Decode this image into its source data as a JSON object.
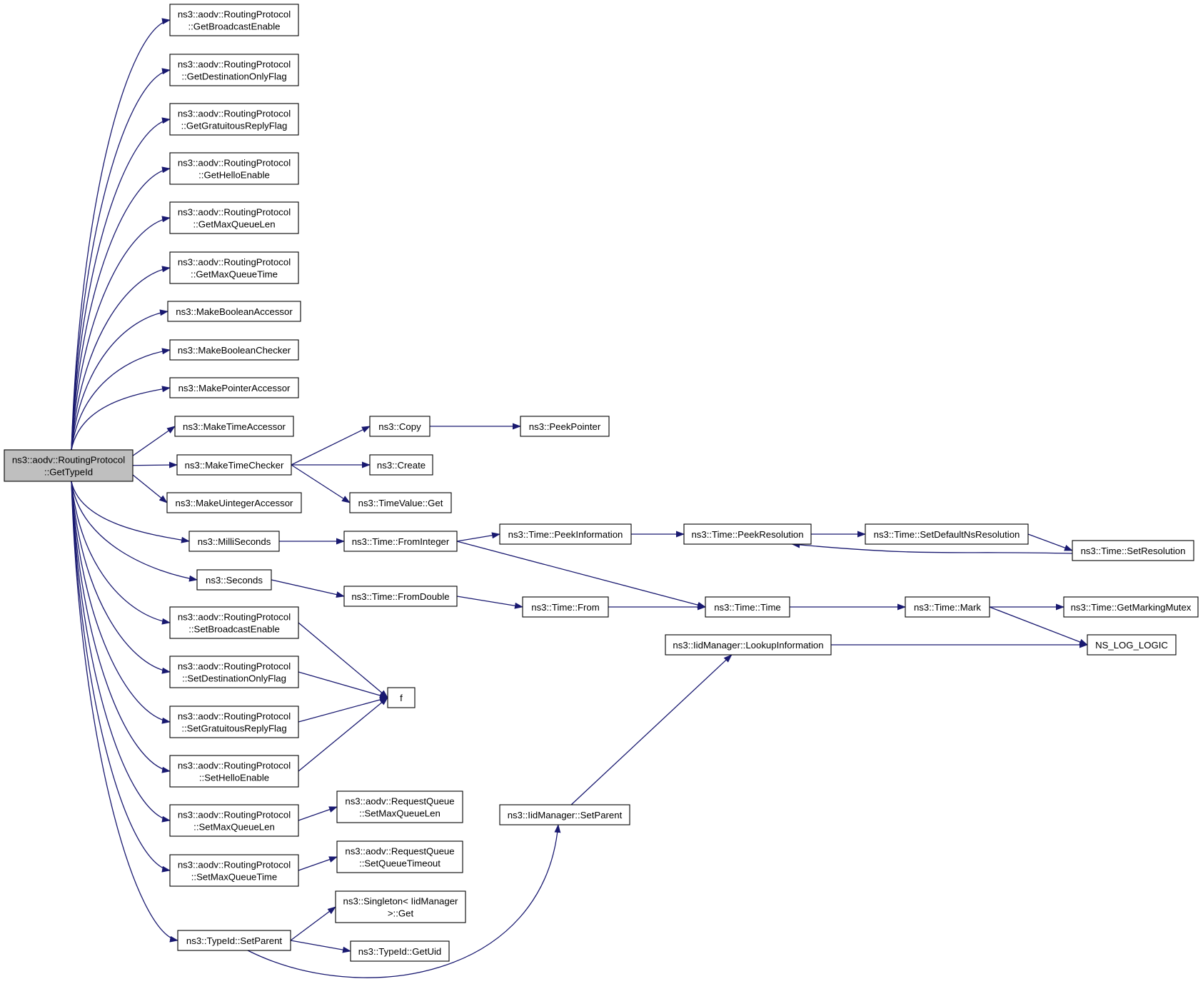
{
  "diagram": {
    "type": "call-graph",
    "edge_color": "#191970",
    "root_fill": "#bfbfbf",
    "nodes": [
      {
        "id": "root",
        "lines": [
          "ns3::aodv::RoutingProtocol",
          "::GetTypeId"
        ],
        "root": true
      },
      {
        "id": "getBroadcastEnable",
        "lines": [
          "ns3::aodv::RoutingProtocol",
          "::GetBroadcastEnable"
        ]
      },
      {
        "id": "getDestinationOnlyFlag",
        "lines": [
          "ns3::aodv::RoutingProtocol",
          "::GetDestinationOnlyFlag"
        ]
      },
      {
        "id": "getGratuitousReplyFlag",
        "lines": [
          "ns3::aodv::RoutingProtocol",
          "::GetGratuitousReplyFlag"
        ]
      },
      {
        "id": "getHelloEnable",
        "lines": [
          "ns3::aodv::RoutingProtocol",
          "::GetHelloEnable"
        ]
      },
      {
        "id": "getMaxQueueLen",
        "lines": [
          "ns3::aodv::RoutingProtocol",
          "::GetMaxQueueLen"
        ]
      },
      {
        "id": "getMaxQueueTime",
        "lines": [
          "ns3::aodv::RoutingProtocol",
          "::GetMaxQueueTime"
        ]
      },
      {
        "id": "makeBooleanAccessor",
        "lines": [
          "ns3::MakeBooleanAccessor"
        ]
      },
      {
        "id": "makeBooleanChecker",
        "lines": [
          "ns3::MakeBooleanChecker"
        ]
      },
      {
        "id": "makePointerAccessor",
        "lines": [
          "ns3::MakePointerAccessor"
        ]
      },
      {
        "id": "makeTimeAccessor",
        "lines": [
          "ns3::MakeTimeAccessor"
        ]
      },
      {
        "id": "makeTimeChecker",
        "lines": [
          "ns3::MakeTimeChecker"
        ]
      },
      {
        "id": "makeUintegerAccessor",
        "lines": [
          "ns3::MakeUintegerAccessor"
        ]
      },
      {
        "id": "milliSeconds",
        "lines": [
          "ns3::MilliSeconds"
        ]
      },
      {
        "id": "seconds",
        "lines": [
          "ns3::Seconds"
        ]
      },
      {
        "id": "setBroadcastEnable",
        "lines": [
          "ns3::aodv::RoutingProtocol",
          "::SetBroadcastEnable"
        ]
      },
      {
        "id": "setDestinationOnlyFlag",
        "lines": [
          "ns3::aodv::RoutingProtocol",
          "::SetDestinationOnlyFlag"
        ]
      },
      {
        "id": "setGratuitousReplyFlag",
        "lines": [
          "ns3::aodv::RoutingProtocol",
          "::SetGratuitousReplyFlag"
        ]
      },
      {
        "id": "setHelloEnable",
        "lines": [
          "ns3::aodv::RoutingProtocol",
          "::SetHelloEnable"
        ]
      },
      {
        "id": "setMaxQueueLen",
        "lines": [
          "ns3::aodv::RoutingProtocol",
          "::SetMaxQueueLen"
        ]
      },
      {
        "id": "setMaxQueueTime",
        "lines": [
          "ns3::aodv::RoutingProtocol",
          "::SetMaxQueueTime"
        ]
      },
      {
        "id": "typeIdSetParent",
        "lines": [
          "ns3::TypeId::SetParent"
        ]
      },
      {
        "id": "copy",
        "lines": [
          "ns3::Copy"
        ]
      },
      {
        "id": "peekPointer",
        "lines": [
          "ns3::PeekPointer"
        ]
      },
      {
        "id": "create",
        "lines": [
          "ns3::Create"
        ]
      },
      {
        "id": "timeValueGet",
        "lines": [
          "ns3::TimeValue::Get"
        ]
      },
      {
        "id": "fromInteger",
        "lines": [
          "ns3::Time::FromInteger"
        ]
      },
      {
        "id": "peekInformation",
        "lines": [
          "ns3::Time::PeekInformation"
        ]
      },
      {
        "id": "peekResolution",
        "lines": [
          "ns3::Time::PeekResolution"
        ]
      },
      {
        "id": "setDefaultNsResolution",
        "lines": [
          "ns3::Time::SetDefaultNsResolution"
        ]
      },
      {
        "id": "setResolution",
        "lines": [
          "ns3::Time::SetResolution"
        ]
      },
      {
        "id": "fromDouble",
        "lines": [
          "ns3::Time::FromDouble"
        ]
      },
      {
        "id": "from",
        "lines": [
          "ns3::Time::From"
        ]
      },
      {
        "id": "time",
        "lines": [
          "ns3::Time::Time"
        ]
      },
      {
        "id": "mark",
        "lines": [
          "ns3::Time::Mark"
        ]
      },
      {
        "id": "getMarkingMutex",
        "lines": [
          "ns3::Time::GetMarkingMutex"
        ]
      },
      {
        "id": "nsLogLogic",
        "lines": [
          "NS_LOG_LOGIC"
        ]
      },
      {
        "id": "lookupInformation",
        "lines": [
          "ns3::IidManager::LookupInformation"
        ]
      },
      {
        "id": "f",
        "lines": [
          "f"
        ]
      },
      {
        "id": "rqSetMaxQueueLen",
        "lines": [
          "ns3::aodv::RequestQueue",
          "::SetMaxQueueLen"
        ]
      },
      {
        "id": "rqSetQueueTimeout",
        "lines": [
          "ns3::aodv::RequestQueue",
          "::SetQueueTimeout"
        ]
      },
      {
        "id": "iidSetParent",
        "lines": [
          "ns3::IidManager::SetParent"
        ]
      },
      {
        "id": "singletonGet",
        "lines": [
          "ns3::Singleton< IidManager",
          " >::Get"
        ]
      },
      {
        "id": "typeIdGetUid",
        "lines": [
          "ns3::TypeId::GetUid"
        ]
      }
    ],
    "edges": [
      [
        "root",
        "getBroadcastEnable"
      ],
      [
        "root",
        "getDestinationOnlyFlag"
      ],
      [
        "root",
        "getGratuitousReplyFlag"
      ],
      [
        "root",
        "getHelloEnable"
      ],
      [
        "root",
        "getMaxQueueLen"
      ],
      [
        "root",
        "getMaxQueueTime"
      ],
      [
        "root",
        "makeBooleanAccessor"
      ],
      [
        "root",
        "makeBooleanChecker"
      ],
      [
        "root",
        "makePointerAccessor"
      ],
      [
        "root",
        "makeTimeAccessor"
      ],
      [
        "root",
        "makeTimeChecker"
      ],
      [
        "root",
        "makeUintegerAccessor"
      ],
      [
        "root",
        "milliSeconds"
      ],
      [
        "root",
        "seconds"
      ],
      [
        "root",
        "setBroadcastEnable"
      ],
      [
        "root",
        "setDestinationOnlyFlag"
      ],
      [
        "root",
        "setGratuitousReplyFlag"
      ],
      [
        "root",
        "setHelloEnable"
      ],
      [
        "root",
        "setMaxQueueLen"
      ],
      [
        "root",
        "setMaxQueueTime"
      ],
      [
        "root",
        "typeIdSetParent"
      ],
      [
        "makeTimeChecker",
        "copy"
      ],
      [
        "makeTimeChecker",
        "create"
      ],
      [
        "makeTimeChecker",
        "timeValueGet"
      ],
      [
        "copy",
        "peekPointer"
      ],
      [
        "milliSeconds",
        "fromInteger"
      ],
      [
        "seconds",
        "fromDouble"
      ],
      [
        "fromInteger",
        "peekInformation"
      ],
      [
        "fromInteger",
        "time"
      ],
      [
        "peekInformation",
        "peekResolution"
      ],
      [
        "peekResolution",
        "setDefaultNsResolution"
      ],
      [
        "setDefaultNsResolution",
        "setResolution"
      ],
      [
        "setResolution",
        "peekResolution"
      ],
      [
        "fromDouble",
        "from"
      ],
      [
        "from",
        "time"
      ],
      [
        "time",
        "mark"
      ],
      [
        "mark",
        "getMarkingMutex"
      ],
      [
        "mark",
        "nsLogLogic"
      ],
      [
        "lookupInformation",
        "nsLogLogic"
      ],
      [
        "setBroadcastEnable",
        "f"
      ],
      [
        "setDestinationOnlyFlag",
        "f"
      ],
      [
        "setGratuitousReplyFlag",
        "f"
      ],
      [
        "setHelloEnable",
        "f"
      ],
      [
        "setMaxQueueLen",
        "rqSetMaxQueueLen"
      ],
      [
        "setMaxQueueTime",
        "rqSetQueueTimeout"
      ],
      [
        "typeIdSetParent",
        "singletonGet"
      ],
      [
        "typeIdSetParent",
        "typeIdGetUid"
      ],
      [
        "typeIdSetParent",
        "iidSetParent"
      ],
      [
        "iidSetParent",
        "lookupInformation"
      ]
    ]
  }
}
